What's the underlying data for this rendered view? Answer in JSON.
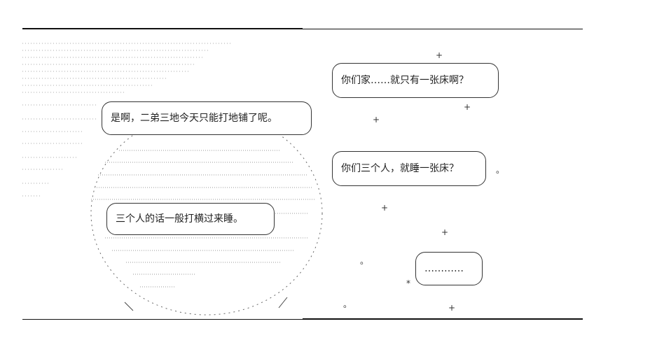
{
  "bubbles": [
    {
      "text": "是啊，二弟三地今天只能打地铺了呢。"
    },
    {
      "text": "三个人的话一般打横过来睡。"
    },
    {
      "text": "你们家……就只有一张床啊？"
    },
    {
      "text": "你们三个人，就睡一张床？"
    },
    {
      "text": "…………"
    }
  ],
  "stars": {
    "plus": "+",
    "circle": "。",
    "asterisk": "*"
  }
}
